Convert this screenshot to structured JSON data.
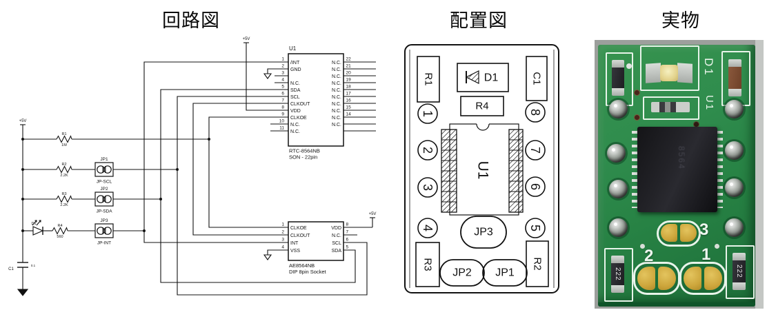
{
  "titles": {
    "circuit": "回路図",
    "layout": "配置図",
    "photo": "実物"
  },
  "circuit": {
    "power_label": "+5V",
    "u1": {
      "ref": "U1",
      "part": "RTC-8564NB",
      "pkg": "SON - 22pin",
      "lpins": [
        {
          "n": "1",
          "l": "/INT"
        },
        {
          "n": "2",
          "l": "GND"
        },
        {
          "n": "3",
          "l": ""
        },
        {
          "n": "4",
          "l": "N.C."
        },
        {
          "n": "5",
          "l": "SDA"
        },
        {
          "n": "6",
          "l": "SCL"
        },
        {
          "n": "7",
          "l": "CLKOUT"
        },
        {
          "n": "8",
          "l": "VDD"
        },
        {
          "n": "9",
          "l": "CLKOE"
        },
        {
          "n": "10",
          "l": "N.C."
        },
        {
          "n": "11",
          "l": "N.C."
        }
      ],
      "rpins": [
        {
          "n": "22",
          "l": "N.C."
        },
        {
          "n": "21",
          "l": "N.C."
        },
        {
          "n": "20",
          "l": "N.C."
        },
        {
          "n": "19",
          "l": "N.C."
        },
        {
          "n": "18",
          "l": "N.C."
        },
        {
          "n": "17",
          "l": "N.C."
        },
        {
          "n": "16",
          "l": "N.C."
        },
        {
          "n": "15",
          "l": "N.C."
        },
        {
          "n": "14",
          "l": "N.C."
        },
        {
          "n": "",
          "l": "N.C."
        },
        {
          "n": "",
          "l": ""
        }
      ]
    },
    "socket": {
      "part": "AE8564NB",
      "pkg": "DIP 8pin Socket",
      "lpins": [
        {
          "n": "1",
          "l": "CLKOE"
        },
        {
          "n": "2",
          "l": "CLKOUT"
        },
        {
          "n": "3",
          "l": "INT"
        },
        {
          "n": "4",
          "l": "VSS"
        }
      ],
      "rpins": [
        {
          "n": "8",
          "l": "VDD"
        },
        {
          "n": "7",
          "l": "N.C."
        },
        {
          "n": "6",
          "l": "SCL"
        },
        {
          "n": "5",
          "l": "SDA"
        }
      ]
    },
    "r1": {
      "ref": "R1",
      "val": "1M"
    },
    "r2": {
      "ref": "R2",
      "val": "2.2K"
    },
    "r3": {
      "ref": "R3",
      "val": "2.2K"
    },
    "r4": {
      "ref": "R4",
      "val": "560"
    },
    "d1": {
      "ref": "D1"
    },
    "c1": {
      "ref": "C1",
      "val": "0.1"
    },
    "jp1": {
      "ref": "JP1",
      "net": "JP-SCL"
    },
    "jp2": {
      "ref": "JP2",
      "net": "JP-SDA"
    },
    "jp3": {
      "ref": "JP3",
      "net": "JP-INT"
    }
  },
  "layout": {
    "r1": "R1",
    "d1": "D1",
    "c1": "C1",
    "r4": "R4",
    "u1": "U1",
    "jp3": "JP3",
    "jp2": "JP2",
    "jp1": "JP1",
    "r3": "R3",
    "r2": "R2",
    "lpins": [
      "1",
      "2",
      "3",
      "4"
    ],
    "rpins": [
      "8",
      "7",
      "6",
      "5"
    ]
  },
  "photo": {
    "d1_silk": "D1",
    "u1_silk": "U1",
    "ic_marking": "8564",
    "jp3_num": "3",
    "jp2_num": "2",
    "jp1_num": "1",
    "r3_code": "222",
    "r2_code": "222"
  },
  "colors": {
    "pcb_green": "#2f8c4d",
    "pcb_dark": "#1d6e39",
    "silkscreen": "#e8f4ea",
    "gold_pad": "#cda63c",
    "ic_black": "#1b1b1d",
    "photo_bg": "#9c9f9c",
    "ink": "#111111"
  }
}
